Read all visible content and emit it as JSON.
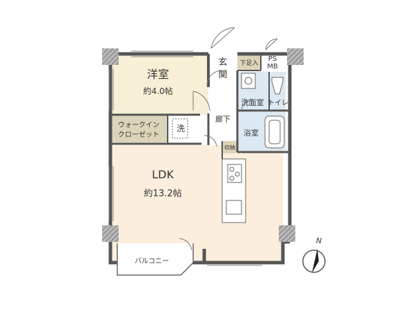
{
  "rooms": {
    "western": {
      "name": "洋室",
      "area": "約4.0帖"
    },
    "walkin": {
      "line1": "ウォークイン",
      "line2": "クローゼット"
    },
    "washer": {
      "name": "洗"
    },
    "entrance": {
      "line1": "玄",
      "line2": "関"
    },
    "shoe": {
      "name": "下足入"
    },
    "ps": {
      "line1": "PS",
      "line2": "MB"
    },
    "washroom": {
      "name": "洗面室"
    },
    "toilet": {
      "name": "トイレ"
    },
    "hallway": {
      "name": "廊下"
    },
    "bath": {
      "name": "浴室"
    },
    "storage": {
      "name": "収納"
    },
    "ldk": {
      "name": "LDK",
      "area": "約13.2帖"
    },
    "balcony": {
      "name": "バルコニー"
    }
  },
  "compass": {
    "label": "N"
  },
  "colors": {
    "western": "#f7f0d6",
    "ldk": "#fbeedd",
    "closet": "#dcd4b8",
    "wet": "#dce9f3",
    "white": "#ffffff",
    "wall": "#555555",
    "corner": "#9a9a9a",
    "line": "#666666"
  }
}
